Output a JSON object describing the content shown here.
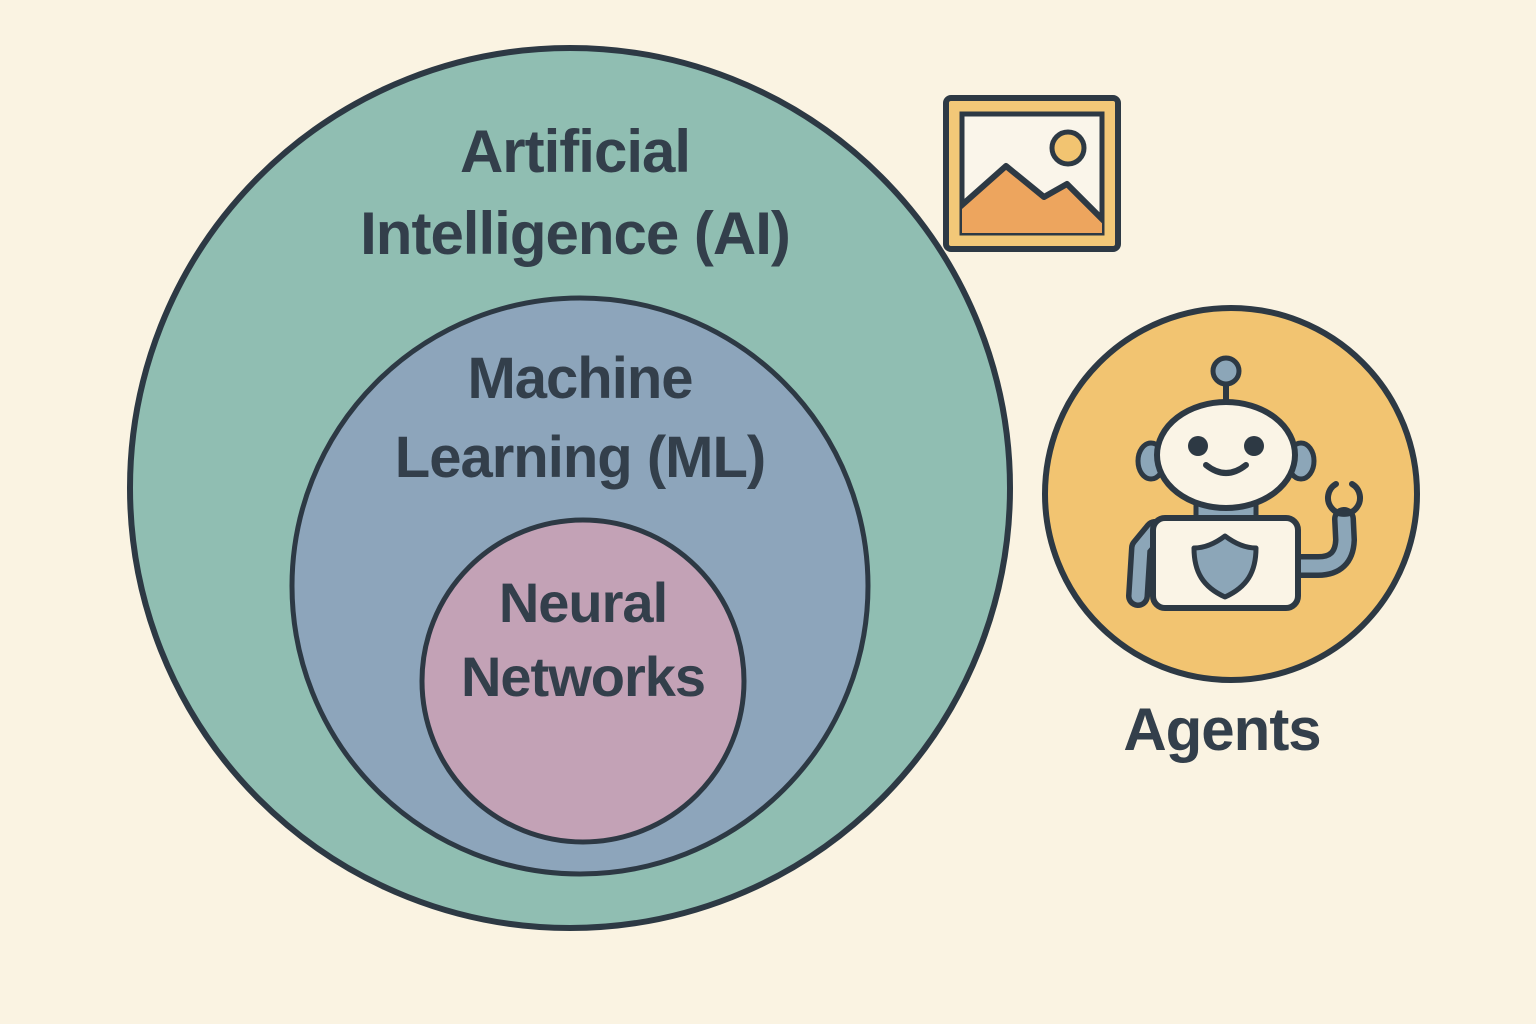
{
  "canvas": {
    "background": "#faf3e2",
    "outline_color": "#2d3944",
    "text_color": "#333f4b"
  },
  "venn": {
    "description": "Nested concept circles: Neural Networks inside Machine Learning inside Artificial Intelligence",
    "rings": [
      {
        "id": "artificial-intelligence",
        "lines": [
          "Artificial",
          "Intelligence (AI)"
        ],
        "fill": "#90beb2"
      },
      {
        "id": "machine-learning",
        "lines": [
          "Machine",
          "Learning (ML)"
        ],
        "fill": "#8da5bb"
      },
      {
        "id": "neural-networks",
        "lines": [
          "Neural",
          "Networks"
        ],
        "fill": "#c3a2b6"
      }
    ]
  },
  "image_icon": {
    "name": "picture-frame-icon",
    "frame_fill": "#f2c878",
    "interior_fill": "#faf5ea",
    "mountain_fill": "#eda55e",
    "sun_fill": "#f2c471"
  },
  "agents": {
    "label": "Agents",
    "badge_fill": "#f2c471",
    "robot_cream": "#faf4e6",
    "robot_accent": "#8ca6b8"
  }
}
